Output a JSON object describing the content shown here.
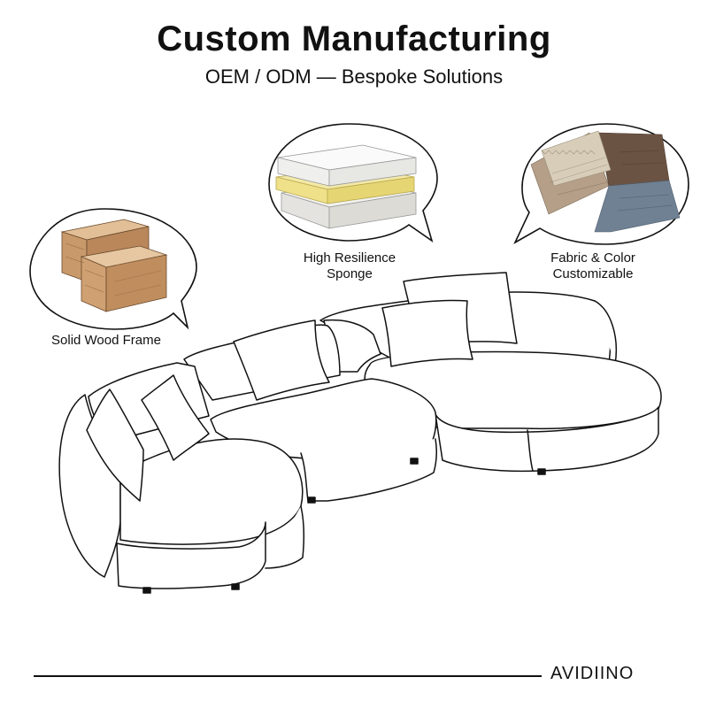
{
  "header": {
    "title": "Custom Manufacturing",
    "subtitle": "OEM / ODM — Bespoke Solutions"
  },
  "features": [
    {
      "label_line1": "Solid Wood Frame",
      "label_line2": "",
      "icon": "wood-frame-icon"
    },
    {
      "label_line1": "High Resilience",
      "label_line2": "Sponge",
      "icon": "sponge-layers-icon"
    },
    {
      "label_line1": "Fabric & Color",
      "label_line2": "Customizable",
      "icon": "fabric-swatches-icon"
    }
  ],
  "footer": {
    "brand": "AVIDIINO"
  },
  "colors": {
    "text": "#111111",
    "wood": "#c89a6c",
    "sponge_yellow": "#efe08a",
    "fabric_beige": "#d8cdb9",
    "fabric_brown": "#6b5344",
    "fabric_blue": "#6f8193"
  }
}
